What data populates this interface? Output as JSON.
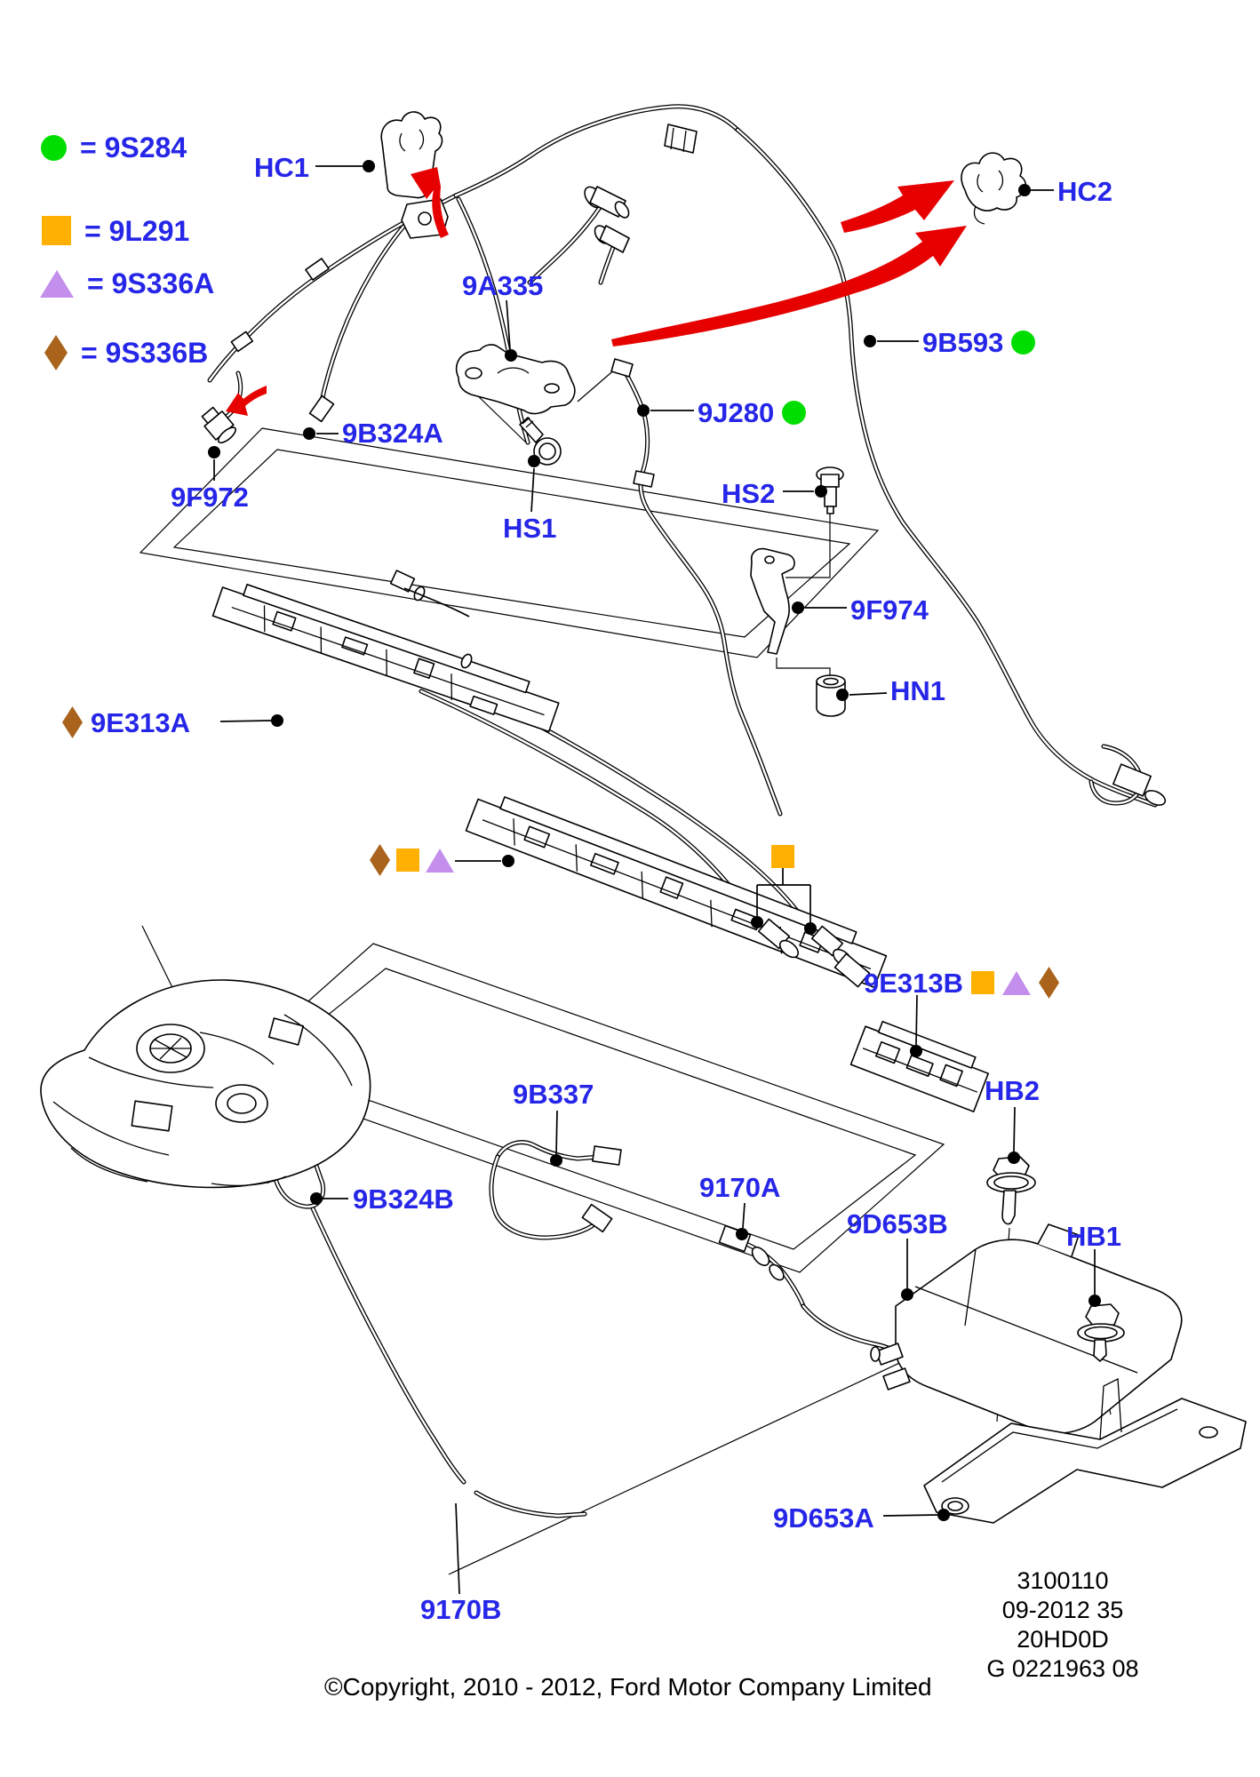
{
  "legend": {
    "items": [
      {
        "symbol": "circle",
        "color": "#00dd00",
        "text": "= 9S284"
      },
      {
        "symbol": "square",
        "color": "#ffb000",
        "text": "= 9L291"
      },
      {
        "symbol": "triangle",
        "color": "#c48fec",
        "text": "= 9S336A"
      },
      {
        "symbol": "diamond",
        "color": "#a9631c",
        "text": "= 9S336B"
      }
    ]
  },
  "callouts": {
    "hc1": "HC1",
    "hc2": "HC2",
    "a335": "9A335",
    "b593": "9B593",
    "j280": "9J280",
    "b324a": "9B324A",
    "f972": "9F972",
    "hs1": "HS1",
    "hs2": "HS2",
    "f974": "9F974",
    "hn1": "HN1",
    "e313a": "9E313A",
    "e313b": "9E313B",
    "hb2": "HB2",
    "hb1": "HB1",
    "b337": "9B337",
    "b324b": "9B324B",
    "p9170a": "9170A",
    "d653b": "9D653B",
    "d653a": "9D653A",
    "p9170b": "9170B"
  },
  "stamp": {
    "lines": [
      "3100110",
      "09-2012 35",
      "20HD0D",
      "G 0221963 08"
    ]
  },
  "footer": {
    "copyright": "©Copyright, 2010 - 2012, Ford Motor Company Limited"
  },
  "colors": {
    "label_blue": "#2626e8",
    "clip_green": "#00dd00",
    "clip_orange": "#ffb000",
    "clip_purple": "#c48fec",
    "clip_brown": "#a9631c",
    "arrow_red": "#e60000",
    "line_black": "#000000"
  }
}
